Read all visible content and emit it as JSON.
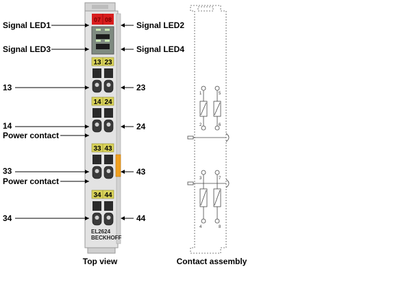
{
  "left_labels": {
    "signal_led1": "Signal LED1",
    "signal_led3": "Signal LED3",
    "t13": "13",
    "t14": "14",
    "power_contact_1": "Power contact",
    "t33": "33",
    "power_contact_2": "Power contact",
    "t34": "34"
  },
  "right_labels": {
    "signal_led2": "Signal LED2",
    "signal_led4": "Signal LED4",
    "t23": "23",
    "t24": "24",
    "t43": "43",
    "t44": "44"
  },
  "module": {
    "led_tags": [
      "07",
      "08"
    ],
    "terminal_tags": [
      [
        "13",
        "23"
      ],
      [
        "14",
        "24"
      ],
      [
        "33",
        "43"
      ],
      [
        "34",
        "44"
      ]
    ],
    "model": "EL2624",
    "brand": "BECKHOFF"
  },
  "contact_pins": [
    "1",
    "5",
    "2",
    "6",
    "3",
    "7",
    "4",
    "8"
  ],
  "captions": {
    "top_view": "Top view",
    "contact_assembly": "Contact assembly"
  },
  "colors": {
    "led_red": "#d81e1e",
    "tag_yellow": "#d9d35a",
    "power_orange": "#f0a020",
    "housing": "#e2e2e2"
  }
}
